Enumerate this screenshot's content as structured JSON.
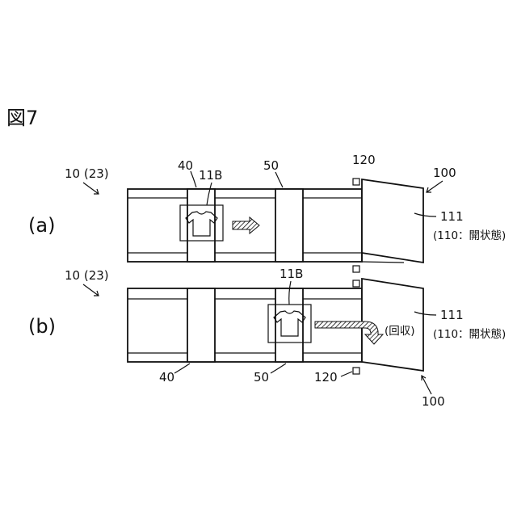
{
  "figure_label": "図7",
  "panel_a": {
    "panel_label": "(a)",
    "ref_conveyor": "10 (23)",
    "ref_box40": "40",
    "ref_item": "11B",
    "ref_box50": "50",
    "ref_sensor": "120",
    "ref_container": "100",
    "ref_lid": "111",
    "lid_state": "(110：開状態)"
  },
  "panel_b": {
    "panel_label": "(b)",
    "ref_conveyor": "10 (23)",
    "ref_item": "11B",
    "ref_box40": "40",
    "ref_box50": "50",
    "ref_sensor": "120",
    "ref_container": "100",
    "ref_lid": "111",
    "lid_state": "(110：開状態)",
    "collect_label": "(回収)"
  }
}
